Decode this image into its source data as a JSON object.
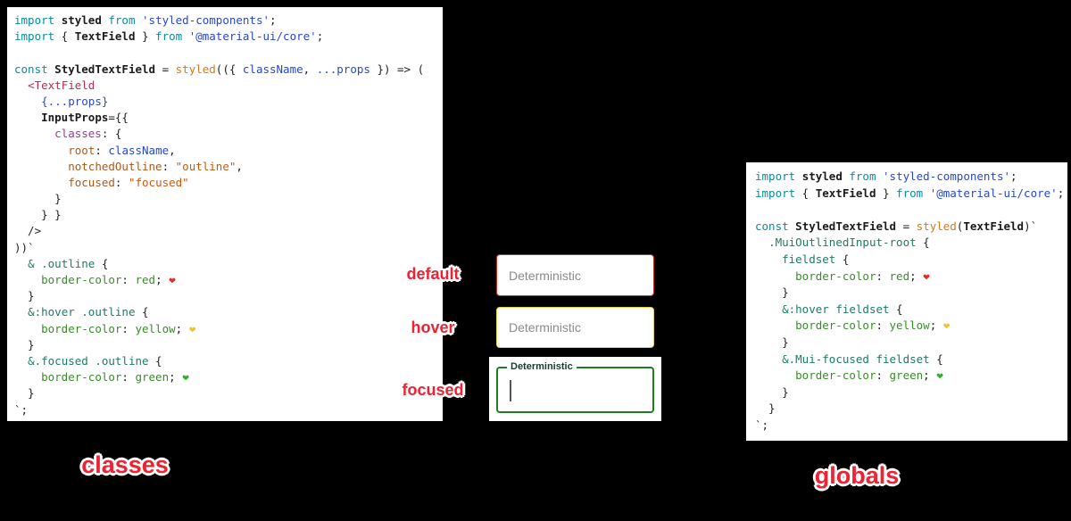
{
  "page": {
    "background": "#000000",
    "accent_red": "#ee2231",
    "code_bg": "#ffffff"
  },
  "panels": {
    "classes": {
      "caption": "classes",
      "lines": [
        [
          [
            "kw",
            "import"
          ],
          [
            "pl",
            " "
          ],
          [
            "id",
            "styled"
          ],
          [
            "pl",
            " "
          ],
          [
            "kw",
            "from"
          ],
          [
            "pl",
            " "
          ],
          [
            "str",
            "'styled-components'"
          ],
          [
            "pl",
            ";"
          ]
        ],
        [
          [
            "kw",
            "import"
          ],
          [
            "pl",
            " { "
          ],
          [
            "id",
            "TextField"
          ],
          [
            "pl",
            " } "
          ],
          [
            "kw",
            "from"
          ],
          [
            "pl",
            " "
          ],
          [
            "str",
            "'@material-ui/core'"
          ],
          [
            "pl",
            ";"
          ]
        ],
        [],
        [
          [
            "kw",
            "const"
          ],
          [
            "pl",
            " "
          ],
          [
            "id",
            "StyledTextField"
          ],
          [
            "pl",
            " = "
          ],
          [
            "fn",
            "styled"
          ],
          [
            "pl",
            "(({ "
          ],
          [
            "var",
            "className"
          ],
          [
            "pl",
            ", "
          ],
          [
            "var",
            "...props"
          ],
          [
            "pl",
            " }) => ("
          ]
        ],
        [
          [
            "pl",
            "  "
          ],
          [
            "jsx",
            "<TextField"
          ]
        ],
        [
          [
            "pl",
            "    "
          ],
          [
            "var",
            "{...props}"
          ]
        ],
        [
          [
            "pl",
            "    "
          ],
          [
            "id",
            "InputProps"
          ],
          [
            "pl",
            "={{"
          ]
        ],
        [
          [
            "pl",
            "      "
          ],
          [
            "prop",
            "classes"
          ],
          [
            "pl",
            ": {"
          ]
        ],
        [
          [
            "pl",
            "        "
          ],
          [
            "key",
            "root"
          ],
          [
            "pl",
            ": "
          ],
          [
            "var",
            "className"
          ],
          [
            "pl",
            ","
          ]
        ],
        [
          [
            "pl",
            "        "
          ],
          [
            "key",
            "notchedOutline"
          ],
          [
            "pl",
            ": "
          ],
          [
            "str2",
            "\"outline\""
          ],
          [
            "pl",
            ","
          ]
        ],
        [
          [
            "pl",
            "        "
          ],
          [
            "key",
            "focused"
          ],
          [
            "pl",
            ": "
          ],
          [
            "str2",
            "\"focused\""
          ]
        ],
        [
          [
            "pl",
            "      }"
          ]
        ],
        [
          [
            "pl",
            "    } }"
          ]
        ],
        [
          [
            "pl",
            "  />"
          ]
        ],
        [
          [
            "pl",
            "))`"
          ]
        ],
        [
          [
            "pl",
            "  "
          ],
          [
            "csel",
            "& .outline"
          ],
          [
            "pl",
            " {"
          ]
        ],
        [
          [
            "pl",
            "    "
          ],
          [
            "cprop",
            "border-color"
          ],
          [
            "pl",
            ": "
          ],
          [
            "cval",
            "red"
          ],
          [
            "pl",
            "; "
          ],
          [
            "heart-red",
            "❤"
          ]
        ],
        [
          [
            "pl",
            "  }"
          ]
        ],
        [
          [
            "pl",
            "  "
          ],
          [
            "csel",
            "&:hover .outline"
          ],
          [
            "pl",
            " {"
          ]
        ],
        [
          [
            "pl",
            "    "
          ],
          [
            "cprop",
            "border-color"
          ],
          [
            "pl",
            ": "
          ],
          [
            "cval",
            "yellow"
          ],
          [
            "pl",
            "; "
          ],
          [
            "heart-yellow",
            "❤"
          ]
        ],
        [
          [
            "pl",
            "  }"
          ]
        ],
        [
          [
            "pl",
            "  "
          ],
          [
            "csel",
            "&.focused .outline"
          ],
          [
            "pl",
            " {"
          ]
        ],
        [
          [
            "pl",
            "    "
          ],
          [
            "cprop",
            "border-color"
          ],
          [
            "pl",
            ": "
          ],
          [
            "cval",
            "green"
          ],
          [
            "pl",
            "; "
          ],
          [
            "heart-green",
            "❤"
          ]
        ],
        [
          [
            "pl",
            "  }"
          ]
        ],
        [
          [
            "pl",
            "`;"
          ]
        ]
      ]
    },
    "globals": {
      "caption": "globals",
      "lines": [
        [
          [
            "kw",
            "import"
          ],
          [
            "pl",
            " "
          ],
          [
            "id",
            "styled"
          ],
          [
            "pl",
            " "
          ],
          [
            "kw",
            "from"
          ],
          [
            "pl",
            " "
          ],
          [
            "str",
            "'styled-components'"
          ],
          [
            "pl",
            ";"
          ]
        ],
        [
          [
            "kw",
            "import"
          ],
          [
            "pl",
            " { "
          ],
          [
            "id",
            "TextField"
          ],
          [
            "pl",
            " } "
          ],
          [
            "kw",
            "from"
          ],
          [
            "pl",
            " "
          ],
          [
            "str",
            "'@material-ui/core'"
          ],
          [
            "pl",
            ";"
          ]
        ],
        [],
        [
          [
            "kw",
            "const"
          ],
          [
            "pl",
            " "
          ],
          [
            "id",
            "StyledTextField"
          ],
          [
            "pl",
            " = "
          ],
          [
            "fn",
            "styled"
          ],
          [
            "pl",
            "("
          ],
          [
            "id",
            "TextField"
          ],
          [
            "pl",
            ")`"
          ]
        ],
        [
          [
            "pl",
            "  "
          ],
          [
            "csel",
            ".MuiOutlinedInput-root"
          ],
          [
            "pl",
            " {"
          ]
        ],
        [
          [
            "pl",
            "    "
          ],
          [
            "csel",
            "fieldset"
          ],
          [
            "pl",
            " {"
          ]
        ],
        [
          [
            "pl",
            "      "
          ],
          [
            "cprop",
            "border-color"
          ],
          [
            "pl",
            ": "
          ],
          [
            "cval",
            "red"
          ],
          [
            "pl",
            "; "
          ],
          [
            "heart-red",
            "❤"
          ]
        ],
        [
          [
            "pl",
            "    }"
          ]
        ],
        [
          [
            "pl",
            "    "
          ],
          [
            "csel",
            "&:hover fieldset"
          ],
          [
            "pl",
            " {"
          ]
        ],
        [
          [
            "pl",
            "      "
          ],
          [
            "cprop",
            "border-color"
          ],
          [
            "pl",
            ": "
          ],
          [
            "cval",
            "yellow"
          ],
          [
            "pl",
            "; "
          ],
          [
            "heart-yellow",
            "❤"
          ]
        ],
        [
          [
            "pl",
            "    }"
          ]
        ],
        [
          [
            "pl",
            "    "
          ],
          [
            "csel",
            "&.Mui-focused fieldset"
          ],
          [
            "pl",
            " {"
          ]
        ],
        [
          [
            "pl",
            "      "
          ],
          [
            "cprop",
            "border-color"
          ],
          [
            "pl",
            ": "
          ],
          [
            "cval",
            "green"
          ],
          [
            "pl",
            "; "
          ],
          [
            "heart-green",
            "❤"
          ]
        ],
        [
          [
            "pl",
            "    }"
          ]
        ],
        [
          [
            "pl",
            "  }"
          ]
        ],
        [
          [
            "pl",
            "`;"
          ]
        ]
      ]
    }
  },
  "examples": [
    {
      "state_label": "default",
      "field_label": "Deterministic",
      "border_color": "#cc2b22",
      "label_color": "#8a8a8a"
    },
    {
      "state_label": "hover",
      "field_label": "Deterministic",
      "border_color": "#e8d44a",
      "label_color": "#8a8a8a"
    },
    {
      "state_label": "focused",
      "field_label": "Deterministic",
      "border_color": "#1d7d20",
      "label_color": "#173b2e"
    }
  ]
}
